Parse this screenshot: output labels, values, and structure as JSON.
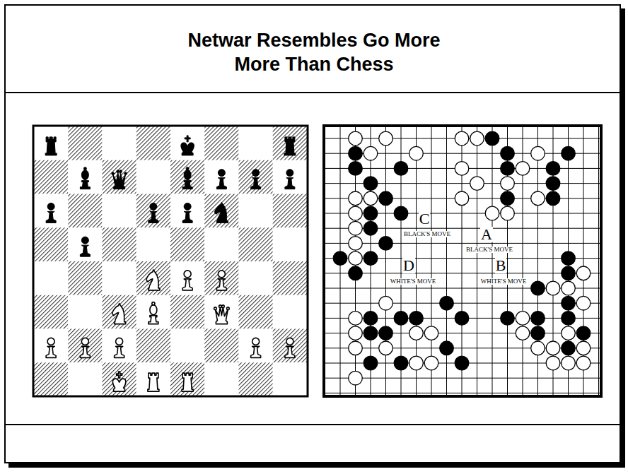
{
  "diagram": {
    "title": "Netwar Resembles Go More More Than Chess",
    "labels": [
      "C",
      "BLACK'S MOVE",
      "A",
      "BLACK'S MOVE",
      "D",
      "WHITE'S MOVE",
      "B",
      "WHITE'S MOVE"
    ]
  }
}
